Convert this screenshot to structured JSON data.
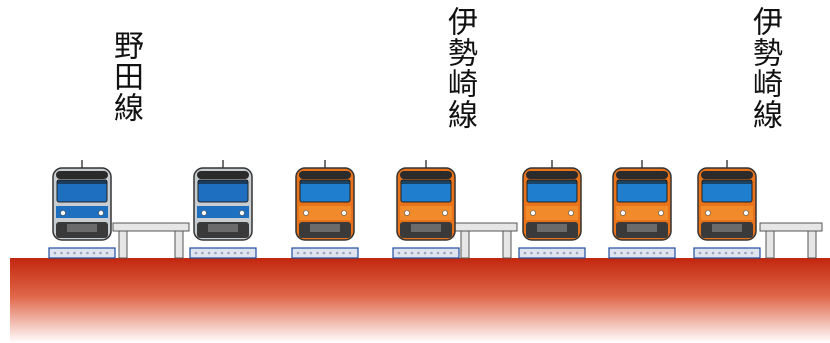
{
  "labels": [
    {
      "text": "野田線"
    },
    {
      "text": "伊勢崎線"
    },
    {
      "text": "伊勢崎線"
    }
  ],
  "trains": [
    {
      "line": "noda",
      "body": "#c8cdd2",
      "band": "#1e6fc0"
    },
    {
      "line": "noda",
      "body": "#c8cdd2",
      "band": "#1e6fc0"
    },
    {
      "line": "isesaki",
      "body": "#e8731a",
      "band": "#1f7fce"
    },
    {
      "line": "isesaki",
      "body": "#e8731a",
      "band": "#1f7fce"
    },
    {
      "line": "isesaki",
      "body": "#e8731a",
      "band": "#1f7fce"
    },
    {
      "line": "isesaki",
      "body": "#e8731a",
      "band": "#1f7fce"
    },
    {
      "line": "isesaki",
      "body": "#e8731a",
      "band": "#1f7fce"
    }
  ],
  "colors": {
    "platform_top": "#c2260e",
    "platform_bottom": "#ffffff",
    "bench": "#e6e6e6",
    "track_pad": "#dfe4ee"
  }
}
